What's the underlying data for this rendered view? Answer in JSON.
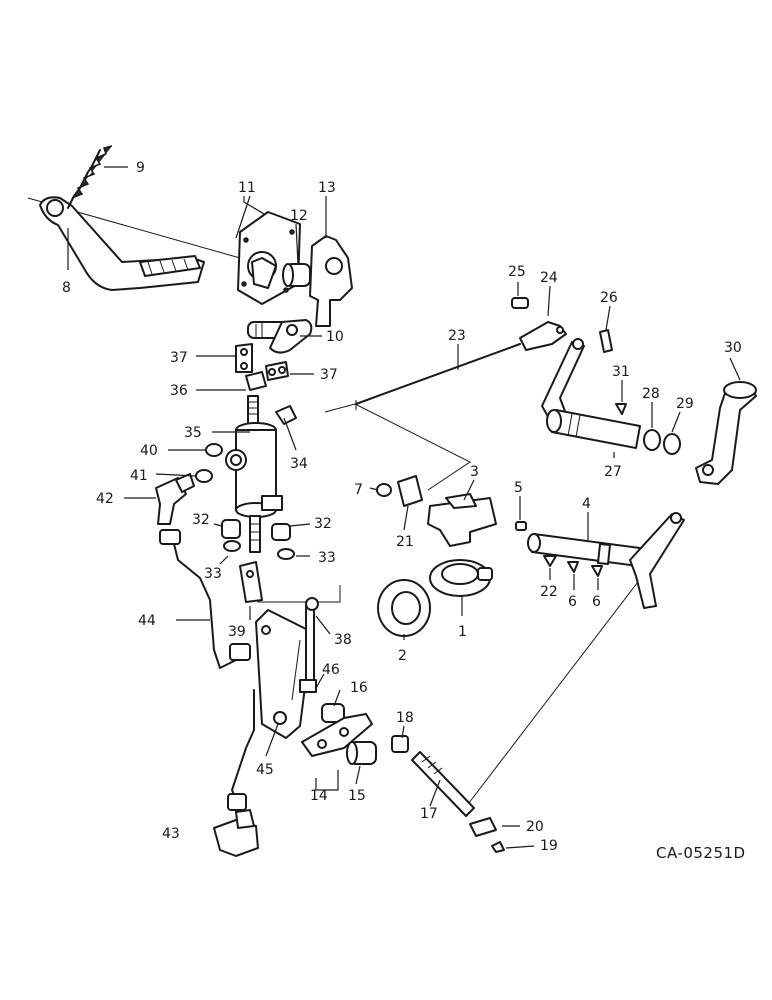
{
  "diagram": {
    "reference_code": "CA-05251D",
    "callouts": [
      "1",
      "2",
      "3",
      "4",
      "5",
      "6",
      "6",
      "7",
      "8",
      "9",
      "10",
      "11",
      "12",
      "13",
      "14",
      "15",
      "16",
      "17",
      "18",
      "19",
      "20",
      "21",
      "22",
      "23",
      "24",
      "25",
      "26",
      "27",
      "28",
      "29",
      "30",
      "31",
      "32",
      "32",
      "33",
      "33",
      "34",
      "35",
      "36",
      "37",
      "37",
      "38",
      "39",
      "40",
      "41",
      "42",
      "43",
      "44",
      "45",
      "46"
    ]
  }
}
